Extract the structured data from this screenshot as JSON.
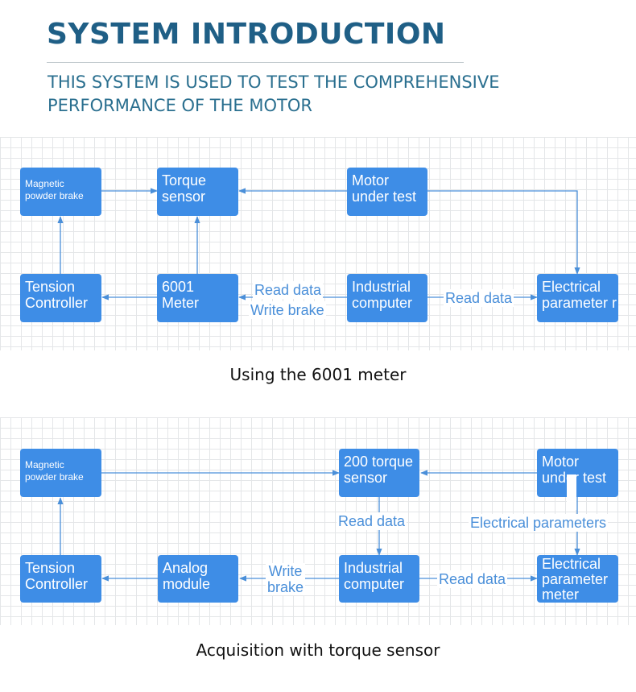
{
  "header": {
    "title": "SYSTEM INTRODUCTION",
    "subtitle": "THIS SYSTEM IS USED TO TEST THE COMPREHENSIVE PERFORMANCE OF THE MOTOR"
  },
  "diagram1": {
    "caption": "Using the 6001 meter",
    "boxes": {
      "brake": "Magnetic\npowder brake",
      "torque": "Torque\nsensor",
      "motor": "Motor\nunder test",
      "tension": "Tension\nController",
      "meter": "6001\nMeter",
      "computer": "Industrial\ncomputer",
      "elec": "Electrical\nparameter r"
    },
    "labels": {
      "read1": "Read data",
      "write": "Write brake",
      "read2": "Read data"
    }
  },
  "diagram2": {
    "caption": "Acquisition with torque sensor",
    "boxes": {
      "brake": "Magnetic\npowder brake",
      "torque": "200 torque\n sensor",
      "motor": "Motor\nunder test",
      "tension": "Tension\nController",
      "analog": "Analog\nmodule",
      "computer": "Industrial\ncomputer",
      "elec": "Electrical\nparameter\nmeter"
    },
    "labels": {
      "read_v": "Read data",
      "elec_params": "Electrical parameters",
      "write": "Write\nbrake",
      "read_h": "Read data"
    }
  },
  "colors": {
    "title": "#1f5f86",
    "subtitle": "#2a6f8f",
    "box": "#3e8de6",
    "wire": "#4a8fd9",
    "grid": "#e4e6e8"
  }
}
